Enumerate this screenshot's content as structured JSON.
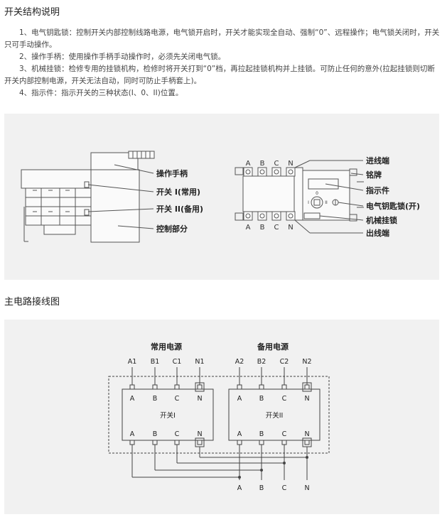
{
  "section1": {
    "title": "开关结构说明",
    "paragraphs": [
      "1、电气钥匙锁：控制开关内部控制线路电源，电气锁开启时，开关才能实现全自动、强制“0”、远程操作；电气锁关闭时，开关只可手动操作。",
      "2、操作手柄：使用操作手柄手动操作时，必须先关闭电气锁。",
      "3、机械挂锁：检修专用的挂锁机构，检修时将开关打到“0”档，再拉起挂锁机构并上挂锁。可防止任何的意外(拉起挂锁则切断开关内部控制电源，开关无法自动，同时可防止手柄套上)。",
      "4、指示件：指示开关的三种状态(I、0、II)位置。"
    ]
  },
  "figure1": {
    "left_labels": [
      "操作手柄",
      "开关 I(常用)",
      "开关 II(备用)",
      "控制部分"
    ],
    "right_labels": [
      "进线端",
      "铭牌",
      "指示件",
      "电气钥匙锁(开)",
      "机械挂锁",
      "出线端"
    ],
    "terminal_letters": [
      "A",
      "B",
      "C",
      "N"
    ],
    "indicator_marks": [
      "I",
      "0",
      "II"
    ]
  },
  "section2": {
    "title": "主电路接线图"
  },
  "figure2": {
    "source1_label": "常用电源",
    "source2_label": "备用电源",
    "source1_terminals": [
      "A1",
      "B1",
      "C1",
      "N1"
    ],
    "source2_terminals": [
      "A2",
      "B2",
      "C2",
      "N2"
    ],
    "switch1_label": "开关I",
    "switch2_label": "开关II",
    "pole_letters": [
      "A",
      "B",
      "C",
      "N"
    ],
    "output_terminals": [
      "A",
      "B",
      "C",
      "N"
    ]
  }
}
